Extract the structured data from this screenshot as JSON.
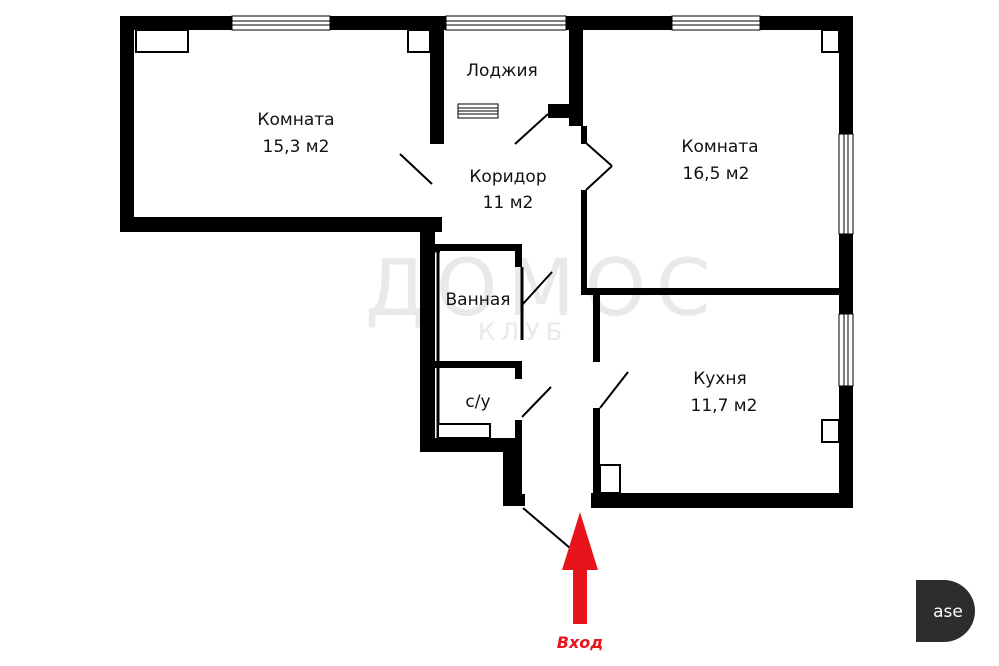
{
  "watermark": {
    "brand": "ДОМОС",
    "sub": "КЛУБ"
  },
  "rooms": [
    {
      "id": "room-1",
      "name": "Комната",
      "area": "15,3 м2"
    },
    {
      "id": "loggia",
      "name": "Лоджия",
      "area": ""
    },
    {
      "id": "corridor",
      "name": "Коридор",
      "area": "11 м2"
    },
    {
      "id": "room-2",
      "name": "Комната",
      "area": "16,5 м2"
    },
    {
      "id": "bathroom",
      "name": "Ванная",
      "area": ""
    },
    {
      "id": "toilet",
      "name": "с/у",
      "area": ""
    },
    {
      "id": "kitchen",
      "name": "Кухня",
      "area": "11,7 м2"
    }
  ],
  "entrance": {
    "label": "Вход"
  },
  "badge": {
    "text": "ase"
  },
  "colors": {
    "wall": "#000000",
    "arrow": "#e8141b",
    "entry_text": "#e8141b",
    "badge": "#2d2d2d",
    "watermark": "#e9e9e9"
  }
}
